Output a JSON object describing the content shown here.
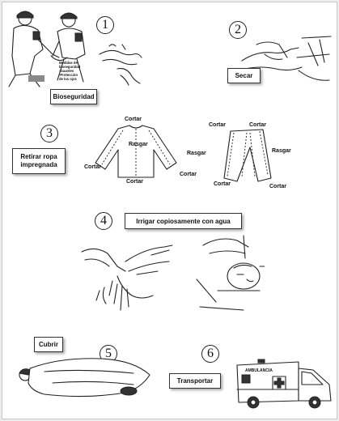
{
  "steps": [
    {
      "number": "1",
      "label": "Bioseguridad",
      "caption": [
        "Medidas de",
        "bioseguridad",
        "-Guantes",
        "-Protección",
        "de los ojos"
      ]
    },
    {
      "number": "2",
      "label": "Secar"
    },
    {
      "number": "3",
      "label": "Retirar ropa impregnada"
    },
    {
      "number": "4",
      "label": "Irrigar copiosamente con agua"
    },
    {
      "number": "5",
      "label": "Cubrir"
    },
    {
      "number": "6",
      "label": "Transportar"
    }
  ],
  "clothing": {
    "cut": "Cortar",
    "tear": "Rasgar"
  },
  "ambulance": {
    "text": "AMBULANCIA"
  }
}
